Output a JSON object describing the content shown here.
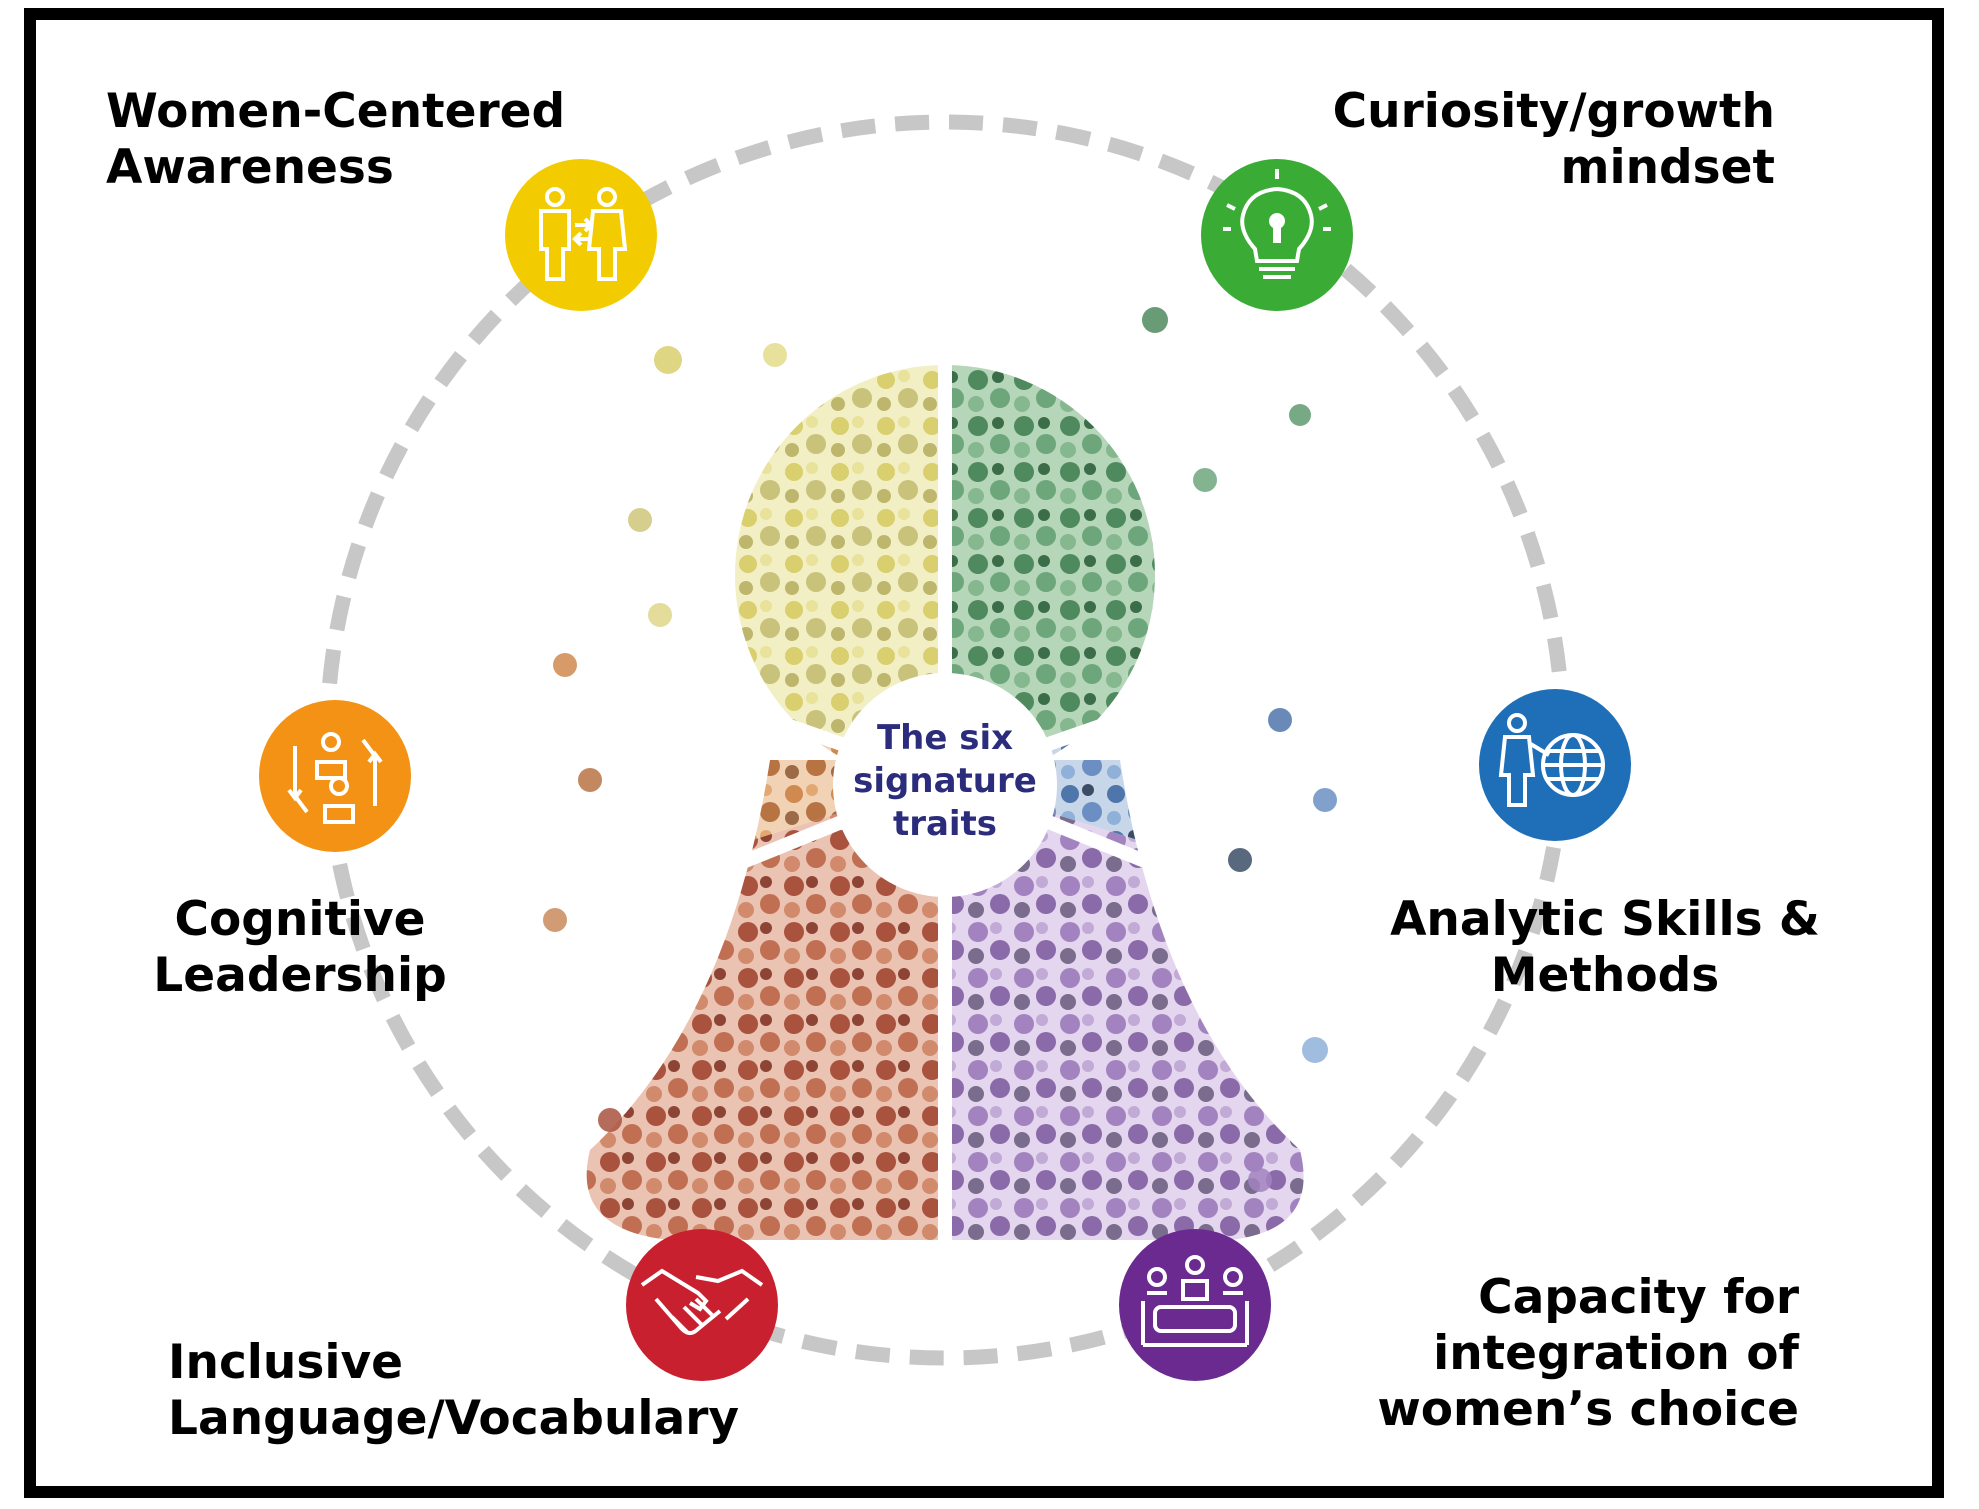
{
  "center": {
    "lines": [
      "The six",
      "signature",
      "traits"
    ],
    "color": "#2b2d7c"
  },
  "traits": [
    {
      "id": "women-centered-awareness",
      "lines": [
        "Women-Centered",
        "Awareness"
      ],
      "color": "#f2cc00",
      "icon": "people-exchange-icon"
    },
    {
      "id": "curiosity-growth-mindset",
      "lines": [
        "Curiosity/growth",
        "mindset"
      ],
      "color": "#3aac35",
      "icon": "lightbulb-icon"
    },
    {
      "id": "cognitive-leadership",
      "lines": [
        "Cognitive",
        "Leadership"
      ],
      "color": "#f39214",
      "icon": "cycle-people-icon"
    },
    {
      "id": "analytic-skills-methods",
      "lines": [
        "Analytic Skills &",
        "Methods"
      ],
      "color": "#1f6fb8",
      "icon": "teacher-globe-icon"
    },
    {
      "id": "inclusive-language",
      "lines": [
        "Inclusive",
        "Language/Vocabulary"
      ],
      "color": "#c8202f",
      "icon": "handshake-icon"
    },
    {
      "id": "capacity-integration",
      "lines": [
        "Capacity for",
        "integration of",
        "women’s choice"
      ],
      "color": "#6b2a8f",
      "icon": "meeting-table-icon"
    }
  ],
  "palette": {
    "dashed_ring": "#c7c7c7",
    "crowd_yellow": "#e3dc8a",
    "crowd_green": "#5f9a6f",
    "crowd_orange": "#d5935e",
    "crowd_blue": "#5f84b8",
    "crowd_red": "#b25a46",
    "crowd_purple": "#a788bf"
  }
}
